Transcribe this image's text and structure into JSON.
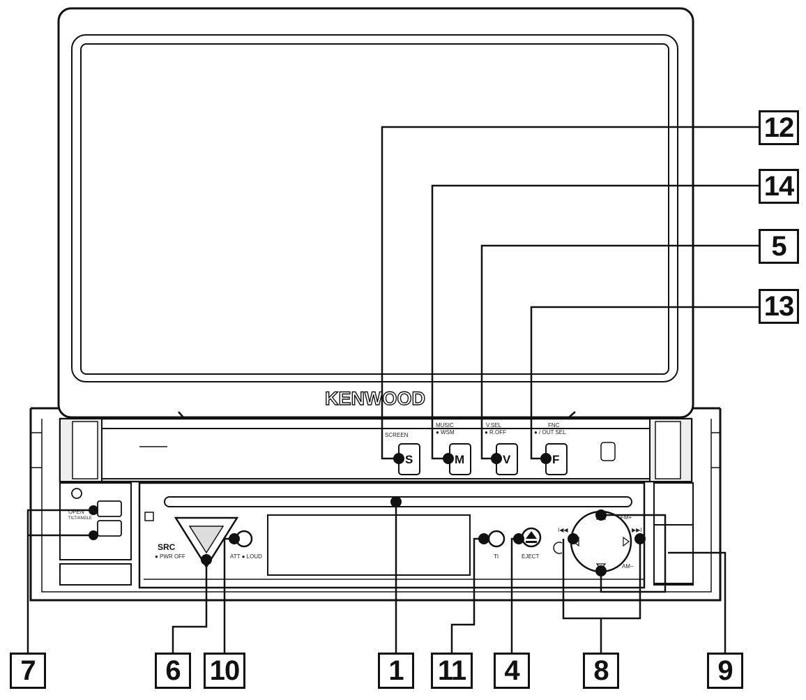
{
  "device": {
    "brand": "KENWOOD",
    "labels": {
      "screen": "SCREEN",
      "music": "MUSIC",
      "music_sub": "● WSM",
      "vsel": "V.SEL",
      "vsel_sub": "● R.OFF",
      "fnc": "FNC",
      "fnc_sub": "● / OUT SEL",
      "src": "SRC",
      "src_sub": "● PWR OFF",
      "att": "ATT ● LOUD",
      "ti": "TI",
      "eject": "EJECT",
      "fm": "FM+",
      "am": "AM−",
      "open": "OPEN",
      "tilt": "TILT/ANGLE"
    },
    "buttons": {
      "s": "S",
      "m": "M",
      "v": "V",
      "f": "F"
    }
  },
  "callouts": {
    "c12": "12",
    "c14": "14",
    "c5": "5",
    "c13": "13",
    "c7": "7",
    "c6": "6",
    "c10": "10",
    "c1": "1",
    "c11": "11",
    "c4": "4",
    "c8": "8",
    "c9": "9"
  }
}
